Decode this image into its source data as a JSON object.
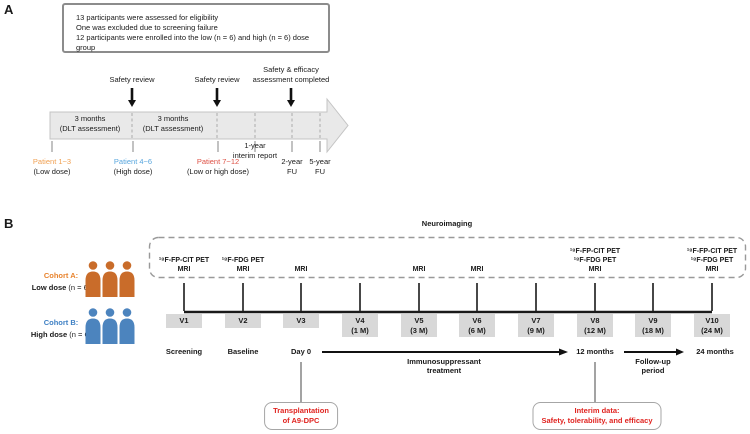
{
  "colors": {
    "orange_icon": "#c96c2a",
    "orange_text": "#e8832d",
    "blue_icon": "#4c84be",
    "blue_text": "#3f80c4",
    "red_text": "#e02420",
    "gray_border": "#8c8c8c"
  },
  "panelA": {
    "label": "A",
    "eligibility_box": {
      "line1": "13 participants were assessed for eligibility",
      "line2": "One was excluded due to screening failure",
      "line3": "12 participants were enrolled into the low (n = 6) and high (n = 6) dose group"
    },
    "annotations": {
      "safety_review_1": "Safety review",
      "safety_review_2": "Safety review",
      "safety_efficacy_line1": "Safety & efficacy",
      "safety_efficacy_line2": "assessment completed"
    },
    "segments": [
      {
        "line1": "3 months",
        "line2": "(DLT assessment)"
      },
      {
        "line1": "3 months",
        "line2": "(DLT assessment)"
      }
    ],
    "milestones": [
      {
        "line1": "Patient 1~3",
        "line2": "(Low dose)",
        "color": "#f0a052"
      },
      {
        "line1": "Patient 4~6",
        "line2": "(High dose)",
        "color": "#58a6de"
      },
      {
        "line1": "Patient 7~12",
        "line2": "(Low or high dose)",
        "color": "#de5145"
      },
      {
        "line1": "1-year",
        "line2": "interim report",
        "color": "#1a1a1a"
      },
      {
        "line1": "2-year",
        "line2": "FU",
        "color": "#1a1a1a"
      },
      {
        "line1": "5-year",
        "line2": "FU",
        "color": "#1a1a1a"
      }
    ]
  },
  "panelB": {
    "label": "B",
    "neuroimaging_title": "Neuroimaging",
    "cohorts": [
      {
        "name": "Cohort A:",
        "dose_bold": "Low dose",
        "dose_rest": " (n = 6)"
      },
      {
        "name": "Cohort B:",
        "dose_bold": "High dose",
        "dose_rest": " (n = 6)"
      }
    ],
    "imaging": [
      {
        "lines": [
          "¹⁸F-FP-CIT PET",
          "MRI"
        ]
      },
      {
        "lines": [
          "¹⁸F-FDG PET",
          "MRI"
        ]
      },
      {
        "lines": [
          "MRI"
        ]
      },
      {
        "lines": [
          "MRI"
        ]
      },
      {
        "lines": [
          "MRI"
        ]
      },
      {
        "lines": [
          "¹⁸F-FP-CIT PET",
          "¹⁸F-FDG PET",
          "MRI"
        ]
      },
      {
        "lines": [
          "¹⁸F-FP-CIT PET",
          "¹⁸F-FDG PET",
          "MRI"
        ]
      }
    ],
    "visits": [
      {
        "code": "V1"
      },
      {
        "code": "V2"
      },
      {
        "code": "V3"
      },
      {
        "code": "V4",
        "time": "(1 M)"
      },
      {
        "code": "V5",
        "time": "(3 M)"
      },
      {
        "code": "V6",
        "time": "(6 M)"
      },
      {
        "code": "V7",
        "time": "(9 M)"
      },
      {
        "code": "V8",
        "time": "(12 M)"
      },
      {
        "code": "V9",
        "time": "(18 M)"
      },
      {
        "code": "V10",
        "time": "(24 M)"
      }
    ],
    "phases": {
      "screening": "Screening",
      "baseline": "Baseline",
      "day0": "Day 0",
      "immunosuppressant_line1": "Immunosuppressant",
      "immunosuppressant_line2": "treatment",
      "twelve_months": "12 months",
      "followup_line1": "Follow-up",
      "followup_line2": "period",
      "twentyfour_months": "24 months"
    },
    "callouts": [
      {
        "line1": "Transplantation",
        "line2": "of A9-DPC"
      },
      {
        "line1": "Interim data:",
        "line2": "Safety, tolerability, and efficacy"
      }
    ]
  }
}
